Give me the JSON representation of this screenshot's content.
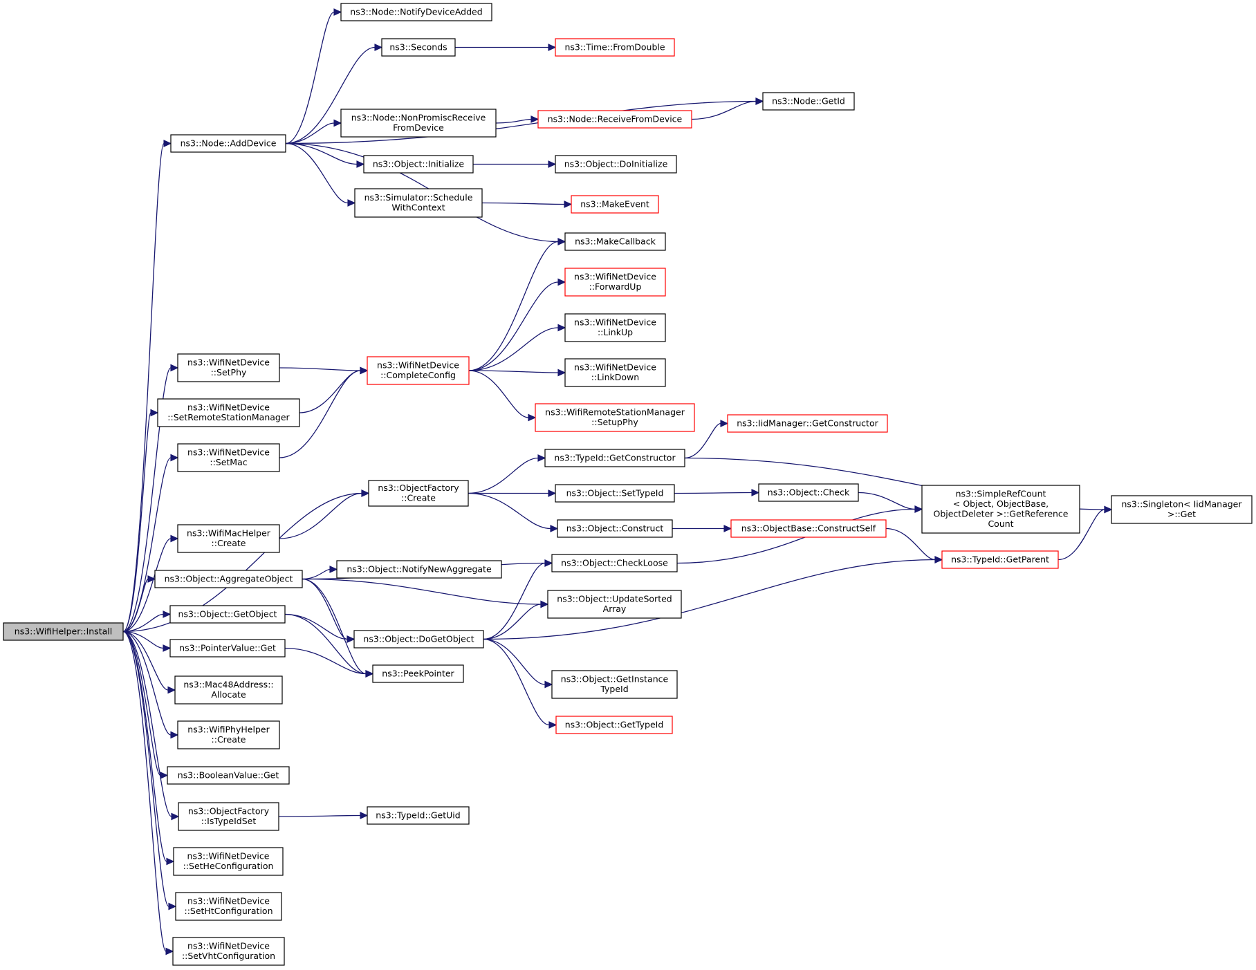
{
  "colors": {
    "edge": "#191970",
    "border_default": "#000000",
    "border_truncated": "#ff0000",
    "fill_root": "#bfbfbf",
    "fill_default": "#ffffff"
  },
  "nodes": [
    {
      "id": "n_install",
      "lines": [
        "ns3::WifiHelper::Install"
      ],
      "style": "root"
    },
    {
      "id": "n_adddevice",
      "lines": [
        "ns3::Node::AddDevice"
      ],
      "style": "default"
    },
    {
      "id": "n_notifydeviceadded",
      "lines": [
        "ns3::Node::NotifyDeviceAdded"
      ],
      "style": "default"
    },
    {
      "id": "n_seconds",
      "lines": [
        "ns3::Seconds"
      ],
      "style": "default"
    },
    {
      "id": "n_fromdouble",
      "lines": [
        "ns3::Time::FromDouble"
      ],
      "style": "truncated"
    },
    {
      "id": "n_getid",
      "lines": [
        "ns3::Node::GetId"
      ],
      "style": "default"
    },
    {
      "id": "n_nonpromisc",
      "lines": [
        "ns3::Node::NonPromiscReceive",
        "FromDevice"
      ],
      "style": "default"
    },
    {
      "id": "n_receivefromdevice",
      "lines": [
        "ns3::Node::ReceiveFromDevice"
      ],
      "style": "truncated"
    },
    {
      "id": "n_initialize",
      "lines": [
        "ns3::Object::Initialize"
      ],
      "style": "default"
    },
    {
      "id": "n_doinitialize",
      "lines": [
        "ns3::Object::DoInitialize"
      ],
      "style": "default"
    },
    {
      "id": "n_schedulewithcontext",
      "lines": [
        "ns3::Simulator::Schedule",
        "WithContext"
      ],
      "style": "default"
    },
    {
      "id": "n_makeevent",
      "lines": [
        "ns3::MakeEvent"
      ],
      "style": "truncated"
    },
    {
      "id": "n_makecallback",
      "lines": [
        "ns3::MakeCallback"
      ],
      "style": "default"
    },
    {
      "id": "n_forwardup",
      "lines": [
        "ns3::WifiNetDevice",
        "::ForwardUp"
      ],
      "style": "truncated"
    },
    {
      "id": "n_linkup",
      "lines": [
        "ns3::WifiNetDevice",
        "::LinkUp"
      ],
      "style": "default"
    },
    {
      "id": "n_setphy",
      "lines": [
        "ns3::WifiNetDevice",
        "::SetPhy"
      ],
      "style": "default"
    },
    {
      "id": "n_completeconfig",
      "lines": [
        "ns3::WifiNetDevice",
        "::CompleteConfig"
      ],
      "style": "truncated"
    },
    {
      "id": "n_linkdown",
      "lines": [
        "ns3::WifiNetDevice",
        "::LinkDown"
      ],
      "style": "default"
    },
    {
      "id": "n_setremotestationmanager",
      "lines": [
        "ns3::WifiNetDevice",
        "::SetRemoteStationManager"
      ],
      "style": "default"
    },
    {
      "id": "n_setupphy",
      "lines": [
        "ns3::WifiRemoteStationManager",
        "::SetupPhy"
      ],
      "style": "truncated"
    },
    {
      "id": "n_iidgetconstructor",
      "lines": [
        "ns3::IidManager::GetConstructor"
      ],
      "style": "truncated"
    },
    {
      "id": "n_setmac",
      "lines": [
        "ns3::WifiNetDevice",
        "::SetMac"
      ],
      "style": "default"
    },
    {
      "id": "n_typeidgetconstructor",
      "lines": [
        "ns3::TypeId::GetConstructor"
      ],
      "style": "default"
    },
    {
      "id": "n_objectfactorycreate",
      "lines": [
        "ns3::ObjectFactory",
        "::Create"
      ],
      "style": "default"
    },
    {
      "id": "n_settypeid",
      "lines": [
        "ns3::Object::SetTypeId"
      ],
      "style": "default"
    },
    {
      "id": "n_check",
      "lines": [
        "ns3::Object::Check"
      ],
      "style": "default"
    },
    {
      "id": "n_simplerefcount",
      "lines": [
        "ns3::SimpleRefCount",
        "< Object, ObjectBase,",
        "ObjectDeleter >::GetReference",
        "Count"
      ],
      "style": "default"
    },
    {
      "id": "n_singletonget",
      "lines": [
        "ns3::Singleton< IidManager",
        ">::Get"
      ],
      "style": "default"
    },
    {
      "id": "n_wifimachelpercreate",
      "lines": [
        "ns3::WifiMacHelper",
        "::Create"
      ],
      "style": "default"
    },
    {
      "id": "n_construct",
      "lines": [
        "ns3::Object::Construct"
      ],
      "style": "default"
    },
    {
      "id": "n_constructself",
      "lines": [
        "ns3::ObjectBase::ConstructSelf"
      ],
      "style": "truncated"
    },
    {
      "id": "n_aggregateobject",
      "lines": [
        "ns3::Object::AggregateObject"
      ],
      "style": "default"
    },
    {
      "id": "n_notifynewaggregate",
      "lines": [
        "ns3::Object::NotifyNewAggregate"
      ],
      "style": "default"
    },
    {
      "id": "n_checkloose",
      "lines": [
        "ns3::Object::CheckLoose"
      ],
      "style": "default"
    },
    {
      "id": "n_getparent",
      "lines": [
        "ns3::TypeId::GetParent"
      ],
      "style": "truncated"
    },
    {
      "id": "n_updatesortedarray",
      "lines": [
        "ns3::Object::UpdateSorted",
        "Array"
      ],
      "style": "default"
    },
    {
      "id": "n_getobject",
      "lines": [
        "ns3::Object::GetObject"
      ],
      "style": "default"
    },
    {
      "id": "n_dogetobject",
      "lines": [
        "ns3::Object::DoGetObject"
      ],
      "style": "default"
    },
    {
      "id": "n_pointervalueget",
      "lines": [
        "ns3::PointerValue::Get"
      ],
      "style": "default"
    },
    {
      "id": "n_peekpointer",
      "lines": [
        "ns3::PeekPointer"
      ],
      "style": "default"
    },
    {
      "id": "n_mac48allocate",
      "lines": [
        "ns3::Mac48Address::",
        "Allocate"
      ],
      "style": "default"
    },
    {
      "id": "n_getinstancetypeid",
      "lines": [
        "ns3::Object::GetInstance",
        "TypeId"
      ],
      "style": "default"
    },
    {
      "id": "n_wifiphyhelpercreate",
      "lines": [
        "ns3::WifiPhyHelper",
        "::Create"
      ],
      "style": "default"
    },
    {
      "id": "n_gettypeid",
      "lines": [
        "ns3::Object::GetTypeId"
      ],
      "style": "truncated"
    },
    {
      "id": "n_booleanvalueget",
      "lines": [
        "ns3::BooleanValue::Get"
      ],
      "style": "default"
    },
    {
      "id": "n_istypeidset",
      "lines": [
        "ns3::ObjectFactory",
        "::IsTypeIdSet"
      ],
      "style": "default"
    },
    {
      "id": "n_getuid",
      "lines": [
        "ns3::TypeId::GetUid"
      ],
      "style": "default"
    },
    {
      "id": "n_setheconfiguration",
      "lines": [
        "ns3::WifiNetDevice",
        "::SetHeConfiguration"
      ],
      "style": "default"
    },
    {
      "id": "n_sethtconfiguration",
      "lines": [
        "ns3::WifiNetDevice",
        "::SetHtConfiguration"
      ],
      "style": "default"
    },
    {
      "id": "n_setvhtconfiguration",
      "lines": [
        "ns3::WifiNetDevice",
        "::SetVhtConfiguration"
      ],
      "style": "default"
    }
  ],
  "edges": [
    {
      "from": "n_install",
      "to": "n_adddevice"
    },
    {
      "from": "n_install",
      "to": "n_setphy"
    },
    {
      "from": "n_install",
      "to": "n_setremotestationmanager"
    },
    {
      "from": "n_install",
      "to": "n_setmac"
    },
    {
      "from": "n_install",
      "to": "n_objectfactorycreate"
    },
    {
      "from": "n_install",
      "to": "n_wifimachelpercreate"
    },
    {
      "from": "n_install",
      "to": "n_aggregateobject"
    },
    {
      "from": "n_install",
      "to": "n_getobject"
    },
    {
      "from": "n_install",
      "to": "n_pointervalueget"
    },
    {
      "from": "n_install",
      "to": "n_mac48allocate"
    },
    {
      "from": "n_install",
      "to": "n_wifiphyhelpercreate"
    },
    {
      "from": "n_install",
      "to": "n_booleanvalueget"
    },
    {
      "from": "n_install",
      "to": "n_istypeidset"
    },
    {
      "from": "n_install",
      "to": "n_setheconfiguration"
    },
    {
      "from": "n_install",
      "to": "n_sethtconfiguration"
    },
    {
      "from": "n_install",
      "to": "n_setvhtconfiguration"
    },
    {
      "from": "n_adddevice",
      "to": "n_notifydeviceadded"
    },
    {
      "from": "n_adddevice",
      "to": "n_seconds"
    },
    {
      "from": "n_adddevice",
      "to": "n_getid"
    },
    {
      "from": "n_adddevice",
      "to": "n_nonpromisc"
    },
    {
      "from": "n_adddevice",
      "to": "n_initialize"
    },
    {
      "from": "n_adddevice",
      "to": "n_schedulewithcontext"
    },
    {
      "from": "n_adddevice",
      "to": "n_makecallback"
    },
    {
      "from": "n_seconds",
      "to": "n_fromdouble"
    },
    {
      "from": "n_nonpromisc",
      "to": "n_receivefromdevice"
    },
    {
      "from": "n_receivefromdevice",
      "to": "n_getid"
    },
    {
      "from": "n_initialize",
      "to": "n_doinitialize"
    },
    {
      "from": "n_schedulewithcontext",
      "to": "n_makeevent"
    },
    {
      "from": "n_setphy",
      "to": "n_completeconfig"
    },
    {
      "from": "n_setremotestationmanager",
      "to": "n_completeconfig"
    },
    {
      "from": "n_setmac",
      "to": "n_completeconfig"
    },
    {
      "from": "n_completeconfig",
      "to": "n_makecallback"
    },
    {
      "from": "n_completeconfig",
      "to": "n_forwardup"
    },
    {
      "from": "n_completeconfig",
      "to": "n_linkup"
    },
    {
      "from": "n_completeconfig",
      "to": "n_linkdown"
    },
    {
      "from": "n_completeconfig",
      "to": "n_setupphy"
    },
    {
      "from": "n_wifimachelpercreate",
      "to": "n_objectfactorycreate"
    },
    {
      "from": "n_objectfactorycreate",
      "to": "n_typeidgetconstructor"
    },
    {
      "from": "n_objectfactorycreate",
      "to": "n_settypeid"
    },
    {
      "from": "n_objectfactorycreate",
      "to": "n_construct"
    },
    {
      "from": "n_typeidgetconstructor",
      "to": "n_iidgetconstructor"
    },
    {
      "from": "n_typeidgetconstructor",
      "to": "n_singletonget"
    },
    {
      "from": "n_settypeid",
      "to": "n_check"
    },
    {
      "from": "n_check",
      "to": "n_simplerefcount"
    },
    {
      "from": "n_construct",
      "to": "n_constructself"
    },
    {
      "from": "n_constructself",
      "to": "n_getparent"
    },
    {
      "from": "n_getparent",
      "to": "n_singletonget"
    },
    {
      "from": "n_aggregateobject",
      "to": "n_notifynewaggregate"
    },
    {
      "from": "n_aggregateobject",
      "to": "n_checkloose"
    },
    {
      "from": "n_aggregateobject",
      "to": "n_updatesortedarray"
    },
    {
      "from": "n_aggregateobject",
      "to": "n_dogetobject"
    },
    {
      "from": "n_aggregateobject",
      "to": "n_peekpointer"
    },
    {
      "from": "n_checkloose",
      "to": "n_simplerefcount"
    },
    {
      "from": "n_getobject",
      "to": "n_dogetobject"
    },
    {
      "from": "n_getobject",
      "to": "n_peekpointer"
    },
    {
      "from": "n_dogetobject",
      "to": "n_checkloose"
    },
    {
      "from": "n_dogetobject",
      "to": "n_updatesortedarray"
    },
    {
      "from": "n_dogetobject",
      "to": "n_getparent"
    },
    {
      "from": "n_dogetobject",
      "to": "n_getinstancetypeid"
    },
    {
      "from": "n_dogetobject",
      "to": "n_gettypeid"
    },
    {
      "from": "n_pointervalueget",
      "to": "n_peekpointer"
    },
    {
      "from": "n_istypeidset",
      "to": "n_getuid"
    }
  ]
}
